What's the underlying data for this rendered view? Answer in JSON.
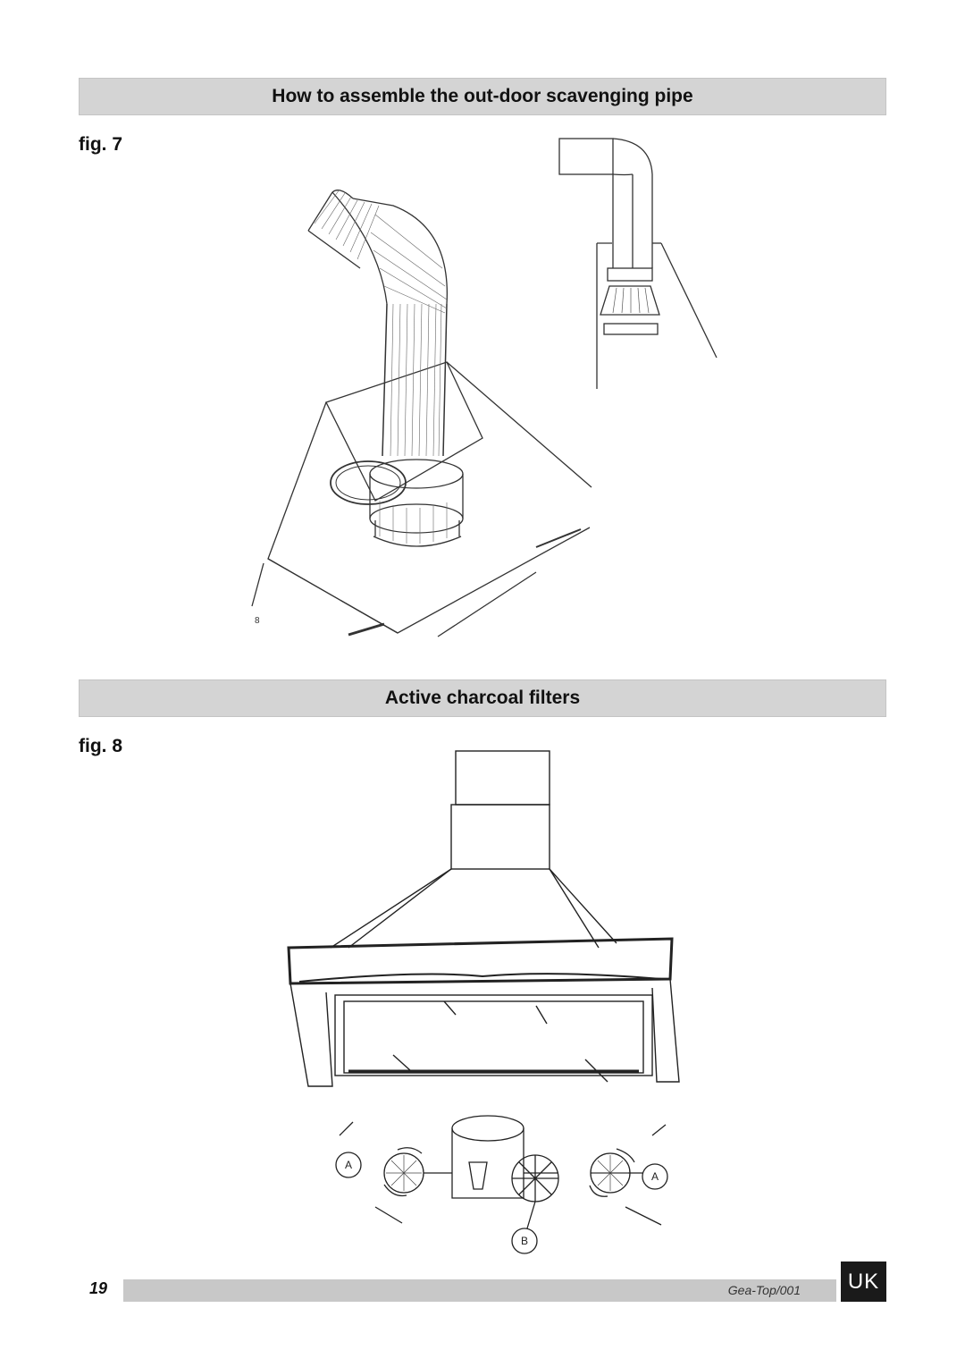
{
  "section1": {
    "title": "How to assemble the out-door scavenging pipe",
    "fig_label": "fig. 7"
  },
  "section2": {
    "title": "Active charcoal filters",
    "fig_label": "fig. 8"
  },
  "fig8_callouts": {
    "a_left": "A",
    "a_right": "A",
    "b": "B"
  },
  "footer": {
    "page_number": "19",
    "doc_code": "Gea-Top/001",
    "language": "UK"
  }
}
